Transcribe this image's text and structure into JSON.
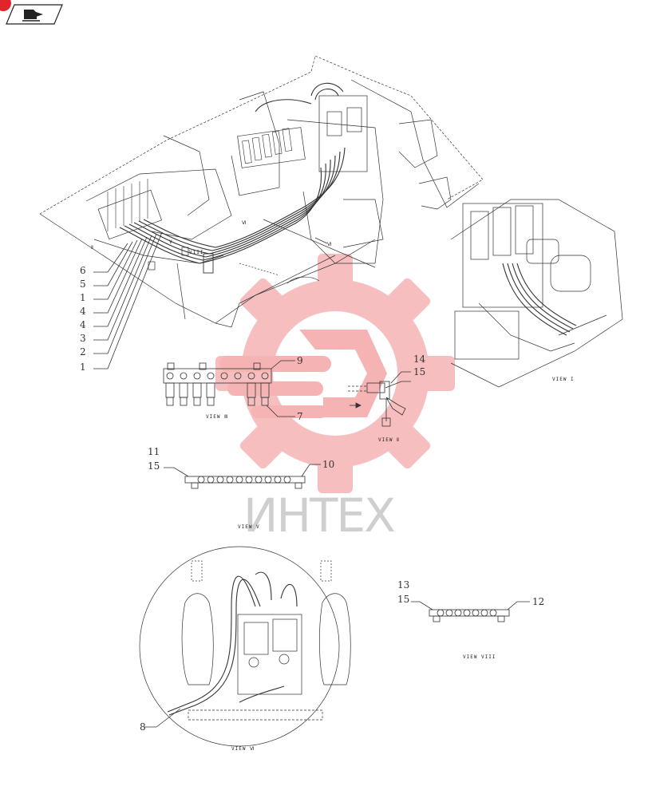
{
  "toolbar": {
    "nav_icon": "stack-of-pages-arrow-icon"
  },
  "watermark": {
    "text": "ИНТЕХ"
  },
  "callouts": {
    "c6": "6",
    "c5": "5",
    "c1a": "1",
    "c4a": "4",
    "c4b": "4",
    "c3": "3",
    "c2": "2",
    "c1b": "1",
    "c9": "9",
    "c7": "7",
    "c14": "14",
    "c15a": "15",
    "c11": "11",
    "c15b": "15",
    "c10": "10",
    "c13": "13",
    "c15c": "15",
    "c12": "12",
    "c8": "8"
  },
  "views": {
    "view_iii": "VIEW Ⅲ",
    "view_ii": "VIEW Ⅱ",
    "view_i": "VIEW I",
    "view_v": "VIEW V",
    "view_vi": "VIEW Ⅵ",
    "view_viii": "VIEW VIII"
  },
  "markers": {
    "ii": "Ⅱ",
    "viii": "VIII",
    "v": "V",
    "vi_a": "Ⅵ",
    "vi_b": "Ⅵ"
  },
  "colors": {
    "line": "#333333",
    "accent": "#e0262b",
    "watermark": "#f5b3b3"
  }
}
